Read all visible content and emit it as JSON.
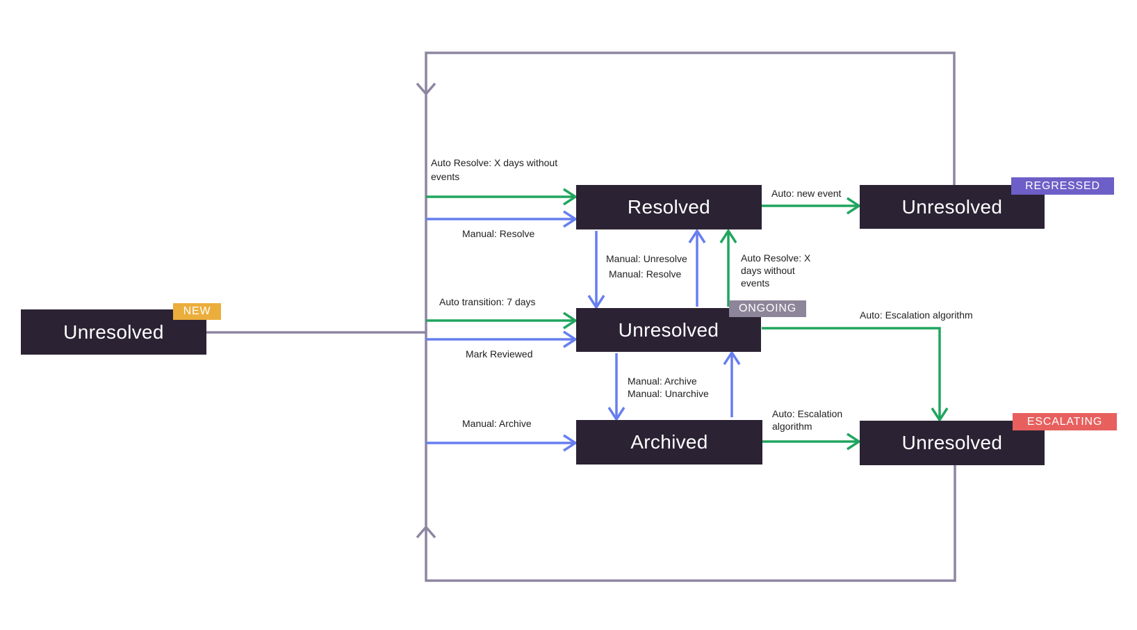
{
  "nodes": {
    "new": {
      "label": "Unresolved",
      "badge": "NEW"
    },
    "resolved": {
      "label": "Resolved"
    },
    "regressed": {
      "label": "Unresolved",
      "badge": "REGRESSED"
    },
    "ongoing": {
      "label": "Unresolved",
      "badge": "ONGOING"
    },
    "archived": {
      "label": "Archived"
    },
    "escalating": {
      "label": "Unresolved",
      "badge": "ESCALATING"
    }
  },
  "edge_labels": {
    "auto_resolve_to_resolved": "Auto Resolve: X days without\nevents",
    "manual_resolve_to_resolved": "Manual: Resolve",
    "auto_new_event": "Auto: new event",
    "manual_unresolve": "Manual: Unresolve",
    "manual_resolve_mid": "Manual: Resolve",
    "auto_resolve_from_ongoing": "Auto Resolve: X\ndays without\nevents",
    "auto_transition": "Auto transition: 7 days",
    "mark_reviewed": "Mark Reviewed",
    "auto_escalation_from_ongoing": "Auto: Escalation algorithm",
    "manual_archive_unarchive": "Manual: Archive\nManual: Unarchive",
    "manual_archive_to_archived": "Manual: Archive",
    "auto_escalation_from_archived": "Auto: Escalation\nalgorithm"
  },
  "colors": {
    "node_bg": "#2B2233",
    "node_text": "#FFFFFF",
    "auto_edge_green": "#20A55F",
    "manual_edge_blue": "#667EEF",
    "loop_edge_purple": "#8E85A2",
    "label_text": "#1E1E1E",
    "badge_new": "#EBAE3C",
    "badge_regressed": "#6C5FC7",
    "badge_ongoing": "#8D8599",
    "badge_escalating": "#E7605E"
  }
}
